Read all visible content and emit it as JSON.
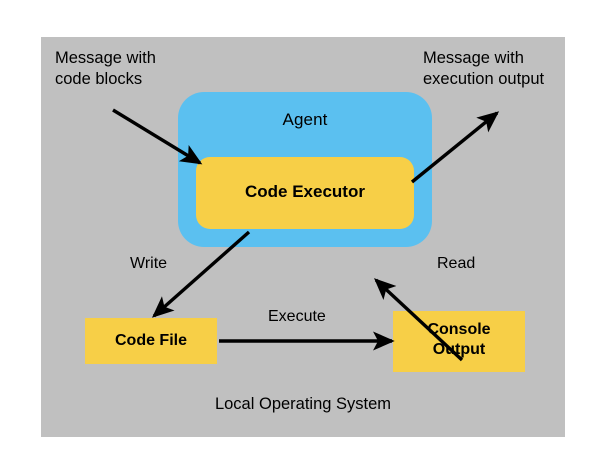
{
  "diagram": {
    "title_bottom": "Local Operating System",
    "background_color": "#ffffff",
    "panel_color": "#c0c0c0",
    "agent_color": "#5bc0f0",
    "component_color": "#f7cf47",
    "arrow_color": "#000000",
    "text_color": "#000000"
  },
  "nodes": {
    "agent": "Agent",
    "code_executor": "Code Executor",
    "code_file": "Code File",
    "console_output_line1": "Console",
    "console_output_line2": "Output"
  },
  "external_labels": {
    "message_in_line1": "Message with",
    "message_in_line2": "code blocks",
    "message_out_line1": "Message with",
    "message_out_line2": "execution output"
  },
  "edge_labels": {
    "write": "Write",
    "read": "Read",
    "execute": "Execute"
  }
}
